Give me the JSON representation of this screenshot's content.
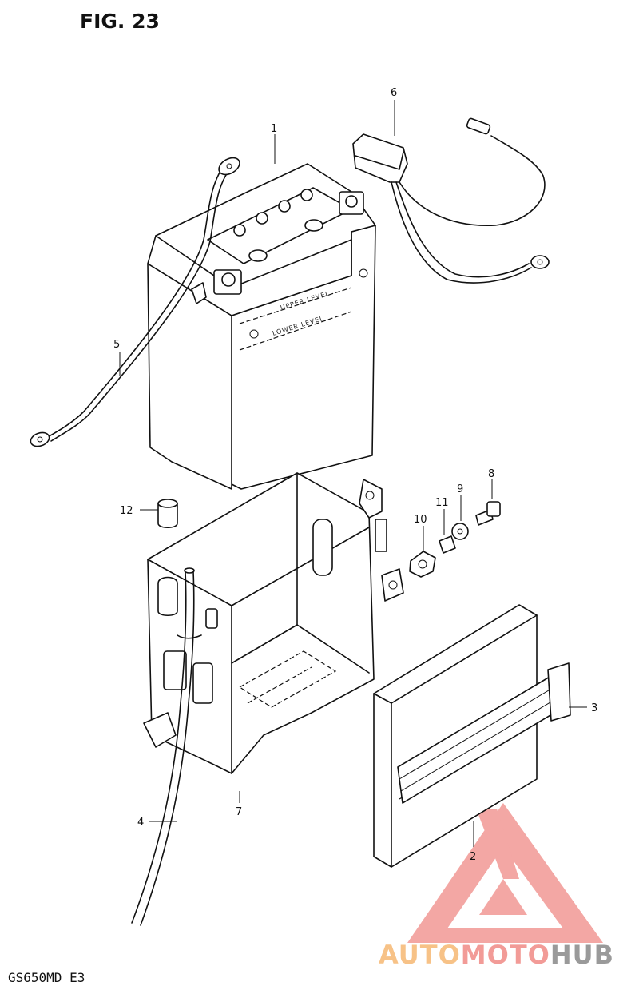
{
  "figure": {
    "title": "FIG. 23",
    "model_code": "GS650MD E3"
  },
  "callouts": [
    {
      "id": "1",
      "label": "1"
    },
    {
      "id": "2",
      "label": "2"
    },
    {
      "id": "3",
      "label": "3"
    },
    {
      "id": "4",
      "label": "4"
    },
    {
      "id": "5",
      "label": "5"
    },
    {
      "id": "6",
      "label": "6"
    },
    {
      "id": "7",
      "label": "7"
    },
    {
      "id": "8",
      "label": "8"
    },
    {
      "id": "9",
      "label": "9"
    },
    {
      "id": "10",
      "label": "10"
    },
    {
      "id": "11",
      "label": "11"
    },
    {
      "id": "12",
      "label": "12"
    }
  ],
  "battery": {
    "upper_level": "UPPER LEVEL",
    "lower_level": "LOWER LEVEL"
  },
  "watermark": {
    "part_a": "AUTO",
    "part_b": "MOTO",
    "part_c": "HUB",
    "colors": {
      "auto": "#f7c287",
      "moto": "#f29b97",
      "hub": "#9a9a9a",
      "logo": "#f08a86"
    }
  }
}
